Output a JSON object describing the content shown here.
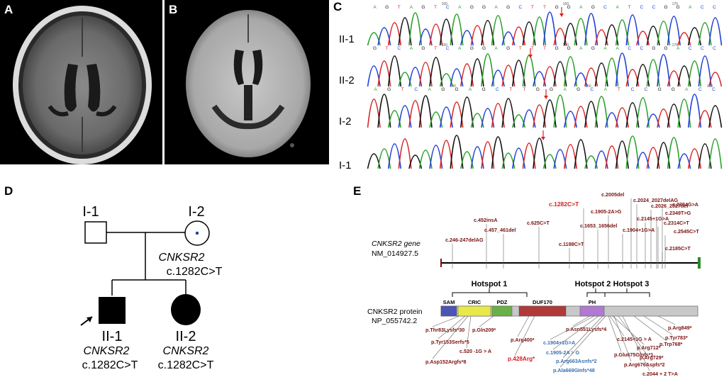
{
  "panels": {
    "A": "A",
    "B": "B",
    "C": "C",
    "D": "D",
    "E": "E"
  },
  "chromatogram": {
    "rows": [
      {
        "label": "II-1",
        "bases": [
          "A",
          "G",
          "T",
          "A",
          "G",
          "T",
          "C",
          "A",
          "G",
          "G",
          "A",
          "G",
          "C",
          "T",
          "T",
          "G",
          "G",
          "A",
          "G",
          "C",
          "A",
          "T",
          "C",
          "C",
          "G",
          "G",
          "A",
          "C",
          "C"
        ],
        "colors": [
          "#2ca02c",
          "#111",
          "#d62728",
          "#2ca02c",
          "#111",
          "#d62728",
          "#1f3fd6",
          "#2ca02c",
          "#111",
          "#111",
          "#2ca02c",
          "#111",
          "#1f3fd6",
          "#d62728",
          "#d62728",
          "#111",
          "#111",
          "#2ca02c",
          "#111",
          "#1f3fd6",
          "#2ca02c",
          "#d62728",
          "#1f3fd6",
          "#1f3fd6",
          "#111",
          "#111",
          "#2ca02c",
          "#1f3fd6",
          "#1f3fd6"
        ],
        "pos_left": "150",
        "pos_mid": "160",
        "pos_right": "170"
      },
      {
        "label": "II-2",
        "bases": [
          "G",
          "T",
          "C",
          "A",
          "G",
          "T",
          "C",
          "A",
          "G",
          "G",
          "A",
          "G",
          "T",
          "T",
          "T",
          "G",
          "G",
          "A",
          "G",
          "A",
          "A",
          "C",
          "C",
          "G",
          "G",
          "A",
          "C",
          "C",
          "C"
        ],
        "colors": [
          "#111",
          "#d62728",
          "#1f3fd6",
          "#2ca02c",
          "#111",
          "#d62728",
          "#1f3fd6",
          "#2ca02c",
          "#111",
          "#111",
          "#2ca02c",
          "#111",
          "#d62728",
          "#d62728",
          "#d62728",
          "#111",
          "#111",
          "#2ca02c",
          "#111",
          "#2ca02c",
          "#2ca02c",
          "#1f3fd6",
          "#1f3fd6",
          "#111",
          "#111",
          "#2ca02c",
          "#1f3fd6",
          "#1f3fd6",
          "#1f3fd6"
        ],
        "pos_left": "150",
        "pos_mid": "160",
        "pos_right": "170"
      },
      {
        "label": "I-2",
        "bases": [
          "A",
          "G",
          "T",
          "C",
          "A",
          "G",
          "G",
          "A",
          "G",
          "C",
          "T",
          "T",
          "G",
          "G",
          "A",
          "G",
          "C",
          "A",
          "T",
          "C",
          "C",
          "G",
          "G",
          "A",
          "C",
          "C"
        ],
        "colors": [
          "#2ca02c",
          "#111",
          "#d62728",
          "#1f3fd6",
          "#2ca02c",
          "#111",
          "#111",
          "#2ca02c",
          "#111",
          "#1f3fd6",
          "#d62728",
          "#d62728",
          "#111",
          "#111",
          "#2ca02c",
          "#111",
          "#1f3fd6",
          "#2ca02c",
          "#d62728",
          "#1f3fd6",
          "#1f3fd6",
          "#111",
          "#111",
          "#2ca02c",
          "#1f3fd6",
          "#1f3fd6"
        ],
        "pos_left": "140",
        "pos_mid": "150",
        "pos_right": "160"
      },
      {
        "label": "I-1",
        "bases": [],
        "colors": [],
        "pos_left": "",
        "pos_mid": "",
        "pos_right": ""
      }
    ]
  },
  "pedigree": {
    "I1": "I-1",
    "I2": "I-2",
    "II1": "II-1",
    "II2": "II-2",
    "gene": "CNKSR2",
    "variant": "c.1282C>T"
  },
  "gene_track": {
    "name_line1": "CNKSR2 gene",
    "name_line2": "NM_014927.5",
    "variants": [
      {
        "text": "c.246-247delAG",
        "color": "#7a1010"
      },
      {
        "text": "c.452insA",
        "color": "#7a1010"
      },
      {
        "text": "c.457_461del",
        "color": "#7a1010"
      },
      {
        "text": "c.625C>T",
        "color": "#7a1010"
      },
      {
        "text": "c.1198C>T",
        "color": "#7a1010"
      },
      {
        "text": "c.1282C>T",
        "color": "#d42020"
      },
      {
        "text": "c.1653_1656del",
        "color": "#7a1010"
      },
      {
        "text": "c.1905-2A>G",
        "color": "#7a1010"
      },
      {
        "text": "c.1904+1G>A",
        "color": "#7a1010"
      },
      {
        "text": "c.2005del",
        "color": "#7a1010"
      },
      {
        "text": "c.2024_2027delAG",
        "color": "#7a1010"
      },
      {
        "text": "c.2145+1G>A",
        "color": "#7a1010"
      },
      {
        "text": "c.2026_2027del",
        "color": "#7a1010"
      },
      {
        "text": "c.2349T>G",
        "color": "#7a1010"
      },
      {
        "text": "c.2304G>A",
        "color": "#7a1010"
      },
      {
        "text": "c.2314C>T",
        "color": "#7a1010"
      },
      {
        "text": "c.2545C>T",
        "color": "#7a1010"
      },
      {
        "text": "c.2185C>T",
        "color": "#7a1010"
      }
    ]
  },
  "protein_track": {
    "name_line1": "CNKSR2 protein",
    "name_line2": "NP_055742.2",
    "hotspots": [
      "Hotspot 1",
      "Hotspot 2",
      "Hotspot 3"
    ],
    "domains": [
      {
        "label": "SAM",
        "color": "#4a55b5"
      },
      {
        "label": "CRIC",
        "color": "#e8e84a"
      },
      {
        "label": "PDZ",
        "color": "#6ab04a"
      },
      {
        "label": "DUF170",
        "color": "#b03a3a"
      },
      {
        "label": "PH",
        "color": "#b07ad0"
      }
    ],
    "variants": [
      {
        "text": "p.Thr83Lysfs*30",
        "color": "#7a1010"
      },
      {
        "text": "p.Tyr153Serfs*5",
        "color": "#7a1010"
      },
      {
        "text": "p.Gln209*",
        "color": "#7a1010"
      },
      {
        "text": "c.520 -1G > A",
        "color": "#7a1010"
      },
      {
        "text": "p.Asp152Argfs*8",
        "color": "#7a1010"
      },
      {
        "text": "p.Arg400*",
        "color": "#7a1010"
      },
      {
        "text": "p.428Arg*",
        "color": "#d42020"
      },
      {
        "text": "p.Asn551Lysfs*4",
        "color": "#7a1010"
      },
      {
        "text": "c.1904+1G>A",
        "color": "#3a6fb0"
      },
      {
        "text": "c.1905-2A > G",
        "color": "#3a6fb0"
      },
      {
        "text": "p.Arg663Asnfs*2",
        "color": "#3a6fb0"
      },
      {
        "text": "p.Ala669GInfs*48",
        "color": "#3a6fb0"
      },
      {
        "text": "c.2145+1G > A",
        "color": "#7a1010"
      },
      {
        "text": "p.Arg712*",
        "color": "#7a1010"
      },
      {
        "text": "p.Glu675Glnfs*1",
        "color": "#7a1010"
      },
      {
        "text": "p.Arg729*",
        "color": "#7a1010"
      },
      {
        "text": "p.Arg676Aspfs*2",
        "color": "#7a1010"
      },
      {
        "text": "c.2044 + 2 T>A",
        "color": "#7a1010"
      },
      {
        "text": "p.Trp768*",
        "color": "#7a1010"
      },
      {
        "text": "p.Tyr783*",
        "color": "#7a1010"
      },
      {
        "text": "p.Arg849*",
        "color": "#7a1010"
      }
    ]
  }
}
